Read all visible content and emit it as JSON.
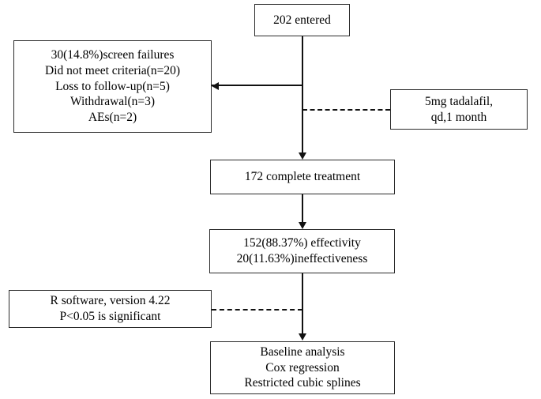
{
  "diagram": {
    "type": "study-flow-diagram",
    "nodes": {
      "entered": {
        "lines": [
          "202 entered"
        ]
      },
      "exclusions": {
        "lines": [
          "30(14.8%)screen failures",
          "Did not meet criteria(n=20)",
          "Loss to follow-up(n=5)",
          "Withdrawal(n=3)",
          "AEs(n=2)"
        ]
      },
      "intervention": {
        "lines": [
          "5mg tadalafil,",
          "qd,1 month"
        ]
      },
      "complete": {
        "lines": [
          "172 complete treatment"
        ]
      },
      "outcome": {
        "lines": [
          "152(88.37%) effectivity",
          "20(11.63%)ineffectiveness"
        ]
      },
      "stats": {
        "lines": [
          "R software, version 4.22",
          "P<0.05 is significant"
        ]
      },
      "analysis": {
        "lines": [
          "Baseline analysis",
          "Cox regression",
          "Restricted cubic splines"
        ]
      }
    },
    "colors": {
      "line": "#111111",
      "border": "#2b2b2b",
      "background": "#ffffff",
      "text": "#000000"
    }
  }
}
